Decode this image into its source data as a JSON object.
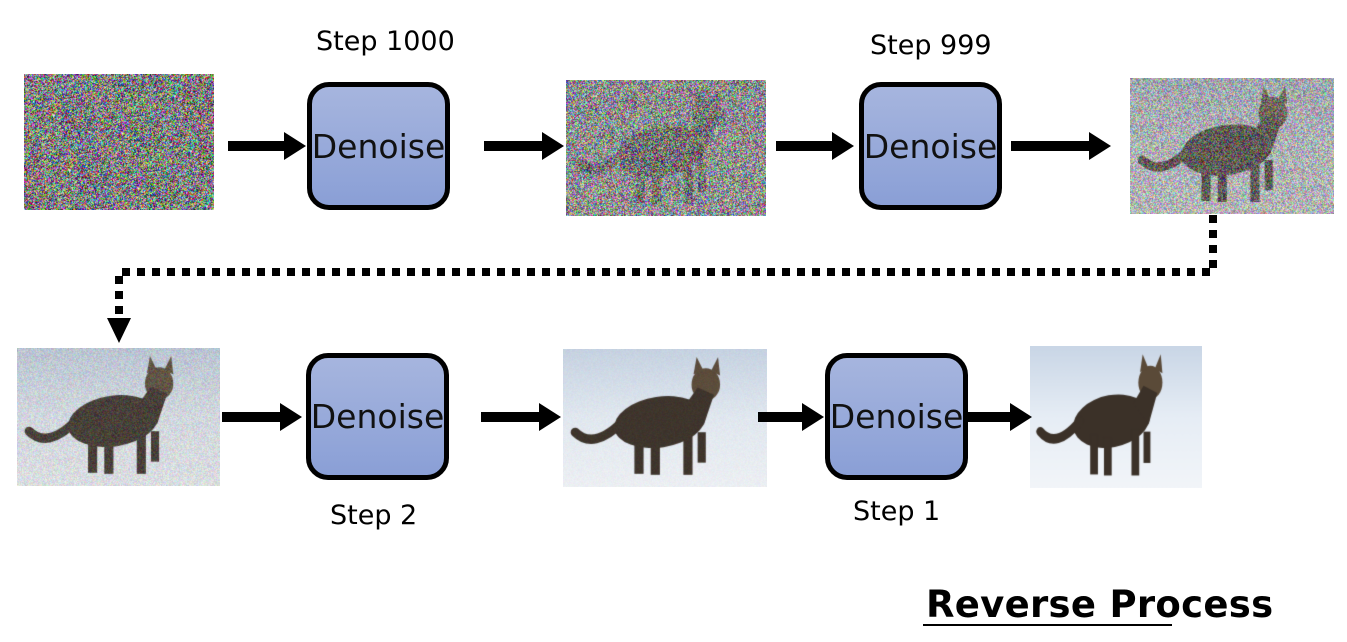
{
  "diagram": {
    "title": "Reverse Process",
    "block_label": "Denoise",
    "colors": {
      "block_fill_top": "#a6b5de",
      "block_fill_bottom": "#8a9fd6",
      "stroke": "#000000"
    },
    "rows": [
      {
        "images": [
          {
            "name": "pure-noise",
            "noise_level": 1.0
          },
          {
            "name": "noisy-cat-silhouette",
            "noise_level": 0.85
          },
          {
            "name": "noisy-cat-outline",
            "noise_level": 0.55
          }
        ],
        "steps": [
          {
            "label": "Step 1000",
            "position": "above"
          },
          {
            "label": "Step 999",
            "position": "above"
          }
        ]
      },
      {
        "images": [
          {
            "name": "slightly-noisy-cat",
            "noise_level": 0.2
          },
          {
            "name": "nearly-clean-cat",
            "noise_level": 0.05
          },
          {
            "name": "clean-cat",
            "noise_level": 0.0
          }
        ],
        "steps": [
          {
            "label": "Step 2",
            "position": "below"
          },
          {
            "label": "Step 1",
            "position": "below"
          }
        ]
      }
    ],
    "connector": {
      "style": "dotted",
      "from": "noisy-cat-outline",
      "to": "slightly-noisy-cat"
    }
  }
}
